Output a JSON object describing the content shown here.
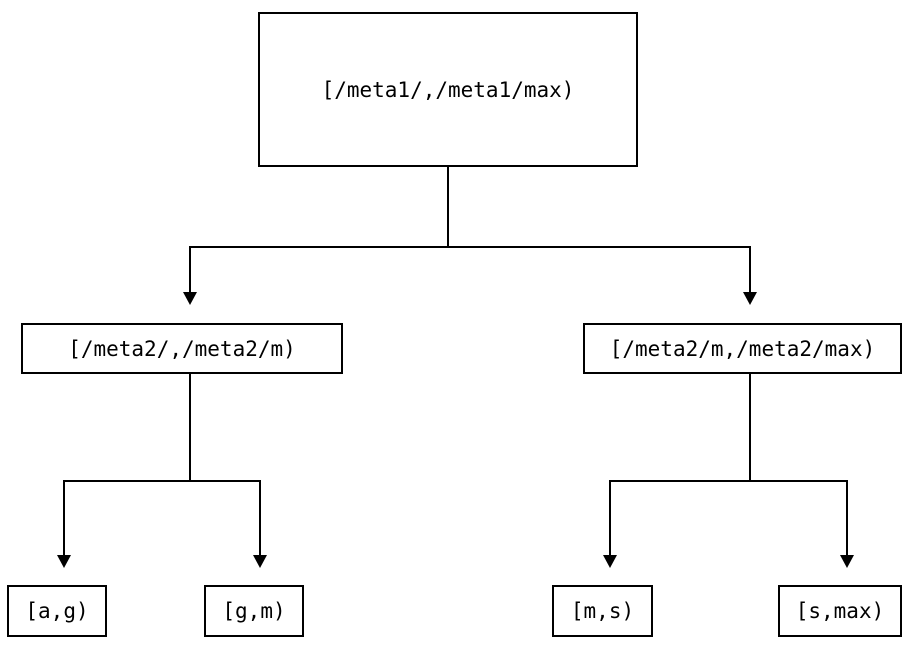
{
  "diagram": {
    "title": "interval-partition-tree",
    "background_color": "#ffffff",
    "line_color": "#000000",
    "text_color": "#000000",
    "nodes": {
      "root": {
        "label": "[/meta1/,/meta1/max)"
      },
      "mid_left": {
        "label": "[/meta2/,/meta2/m)"
      },
      "mid_right": {
        "label": "[/meta2/m,/meta2/max)"
      },
      "leaf_ag": {
        "label": "[a,g)"
      },
      "leaf_gm": {
        "label": "[g,m)"
      },
      "leaf_ms": {
        "label": "[m,s)"
      },
      "leaf_smax": {
        "label": "[s,max)"
      }
    }
  }
}
